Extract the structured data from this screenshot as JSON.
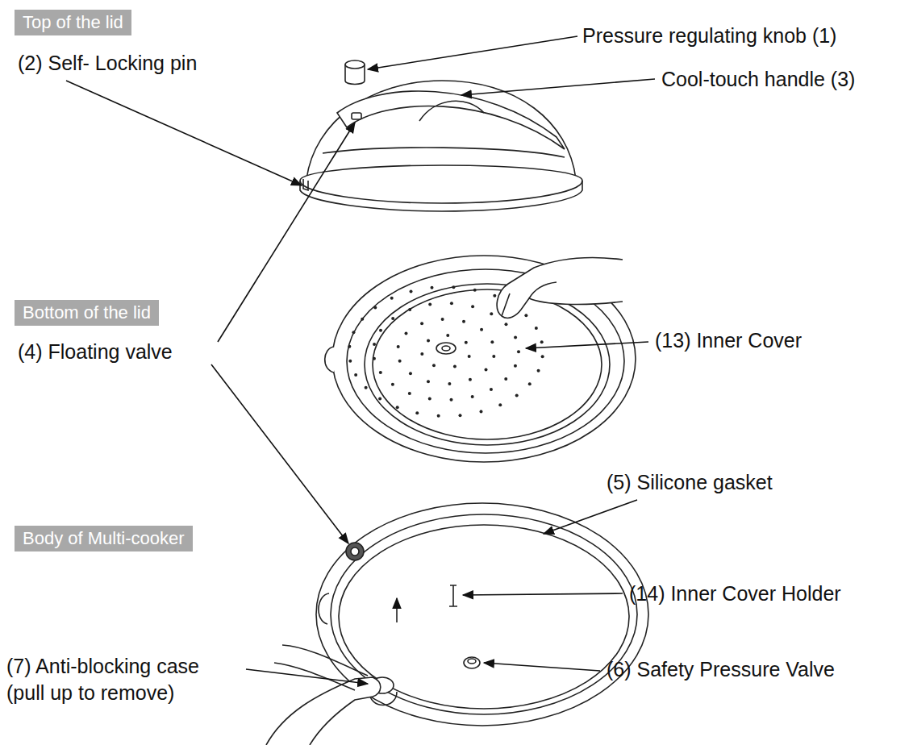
{
  "diagram": {
    "nodes": [
      {
        "text": [
          "Top of the lid"
        ]
      },
      {
        "text": [
          "Bottom of the lid"
        ]
      },
      {
        "text": [
          "Body of Multi-cooker"
        ]
      }
    ],
    "labels": [
      "Pressure regulating knob (1)",
      "(2) Self- Locking pin",
      "Cool-touch handle (3)",
      "(4) Floating valve",
      "(13) Inner Cover",
      "(5) Silicone gasket",
      "(14) Inner Cover Holder",
      "(7) Anti-blocking case (pull up to remove)",
      "(6) Safety Pressure Valve"
    ]
  }
}
